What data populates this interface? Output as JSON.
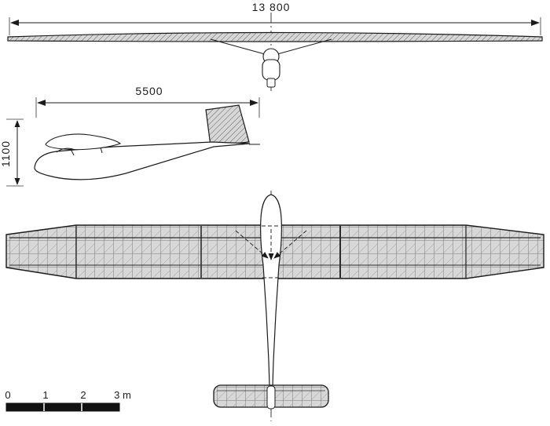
{
  "dimensions": {
    "wingspan": "13 800",
    "fuselage_length": "5500",
    "height": "1100"
  },
  "scale_bar": {
    "labels": [
      "0",
      "1",
      "2",
      "3 m"
    ]
  },
  "colors": {
    "ink": "#1b1b1b",
    "panel_fill": "#d7d7d7",
    "hatch_line": "#5f5f5f",
    "background": "#ffffff"
  }
}
